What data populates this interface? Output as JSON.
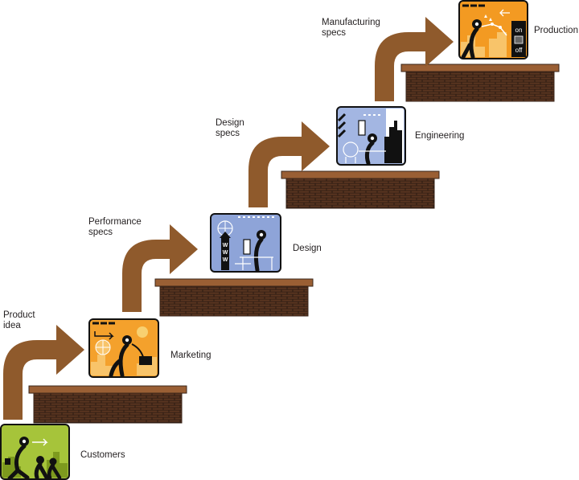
{
  "colors": {
    "arrow": "#8f5a2c",
    "brick_dark": "#2b1a12",
    "brick_mortar": "#7a4a2a",
    "ledge": "#9a5f34",
    "ledge_shadow": "#3a2418",
    "customers_bg": "#a6c43a",
    "marketing_bg": "#f4a12c",
    "design_bg": "#8ea4d8",
    "engineering_bg": "#a3b6e2",
    "production_bg": "#f39a22",
    "figure": "#111111"
  },
  "stages": [
    {
      "key": "customers",
      "label": "Customers",
      "icon": "customers-icon"
    },
    {
      "key": "marketing",
      "label": "Marketing",
      "icon": "marketing-icon"
    },
    {
      "key": "design",
      "label": "Design",
      "icon": "design-icon"
    },
    {
      "key": "engineering",
      "label": "Engineering",
      "icon": "engineering-icon"
    },
    {
      "key": "production",
      "label": "Production",
      "icon": "production-icon"
    }
  ],
  "flows": [
    {
      "label": "Product\nidea"
    },
    {
      "label": "Performance\nspecs"
    },
    {
      "label": "Design\nspecs"
    },
    {
      "label": "Manufacturing\nspecs"
    }
  ],
  "production_switch": {
    "on": "on",
    "off": "off"
  },
  "design_sign": "W\nW\nW"
}
